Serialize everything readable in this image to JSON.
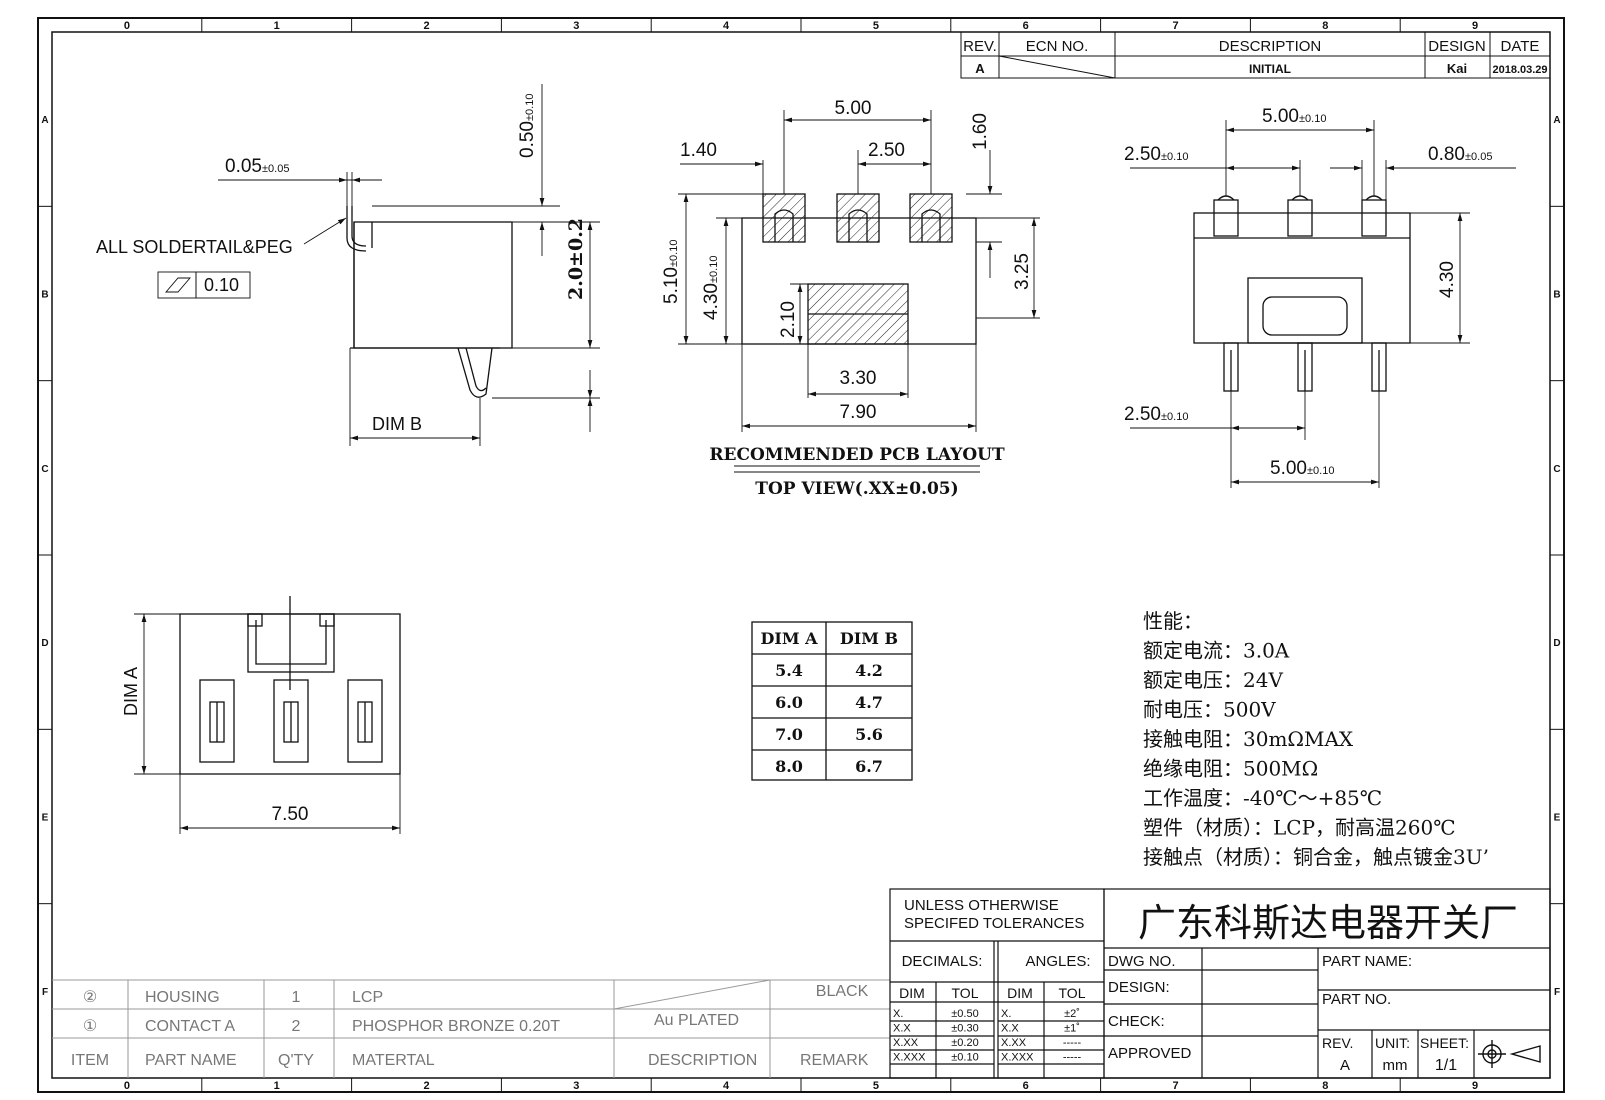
{
  "drawing": {
    "column_labels": [
      "0",
      "1",
      "2",
      "3",
      "4",
      "5",
      "6",
      "7",
      "8",
      "9"
    ],
    "row_labels": [
      "A",
      "B",
      "C",
      "D",
      "E",
      "F"
    ],
    "revision_block": {
      "headers": {
        "rev": "REV.",
        "ecn": "ECN NO.",
        "description": "DESCRIPTION",
        "design": "DESIGN",
        "date": "DATE"
      },
      "row": {
        "rev": "A",
        "ecn": "",
        "description": "INITIAL",
        "design": "Kai",
        "date": "2018.03.29"
      }
    },
    "side_view": {
      "dim_top_offset": "0.05",
      "dim_top_offset_tol": "±0.05",
      "dim_vertical_top": "0.50",
      "dim_vertical_top_tol": "±0.10",
      "dim_height": "2.0±0.2",
      "note": "ALL SOLDERTAIL&PEG",
      "flatness_value": "0.10",
      "dim_b_label": "DIM B"
    },
    "pcb_layout": {
      "dim_pitch_total": "5.00",
      "dim_left_edge": "1.40",
      "dim_pitch": "2.50",
      "dim_pad_height": "1.60",
      "dim_overall_height": "5.10",
      "dim_overall_height_tol": "±0.10",
      "dim_body_height": "4.30",
      "dim_body_height_tol": "±0.10",
      "dim_pad_to_pad": "3.25",
      "dim_center_pad_height": "2.10",
      "dim_center_pad_width": "3.30",
      "dim_overall_width": "7.90",
      "caption_1": "RECOMMENDED PCB LAYOUT",
      "caption_2": "TOP VIEW(.XX±0.05)"
    },
    "front_view": {
      "dim_top_span": "5.00",
      "dim_top_span_tol": "±0.10",
      "dim_left_pitch": "2.50",
      "dim_left_pitch_tol": "±0.10",
      "dim_pin_width": "0.80",
      "dim_pin_width_tol": "±0.05",
      "dim_height": "4.30",
      "dim_bottom_pitch": "2.50",
      "dim_bottom_pitch_tol": "±0.10",
      "dim_bottom_span": "5.00",
      "dim_bottom_span_tol": "±0.10"
    },
    "bottom_view": {
      "dim_a_label": "DIM A",
      "dim_width": "7.50"
    },
    "dim_table": {
      "headers": [
        "DIM A",
        "DIM B"
      ],
      "rows": [
        [
          "5.4",
          "4.2"
        ],
        [
          "6.0",
          "4.7"
        ],
        [
          "7.0",
          "5.6"
        ],
        [
          "8.0",
          "6.7"
        ]
      ]
    },
    "specs": [
      "性能：",
      "额定电流：3.0A",
      "额定电压：24V",
      "耐电压：500V",
      "接触电阻：30mΩMAX",
      "绝缘电阻：500MΩ",
      "工作温度：-40℃～+85℃",
      "塑件（材质）：LCP，耐高温260℃",
      "接触点（材质）：铜合金，触点镀金3U’"
    ],
    "bom": {
      "rows": [
        {
          "item": "②",
          "part_name": "HOUSING",
          "qty": "1",
          "material": "LCP",
          "description": "",
          "remark": "BLACK"
        },
        {
          "item": "①",
          "part_name": "CONTACT A",
          "qty": "2",
          "material": "PHOSPHOR BRONZE 0.20T",
          "description": "Au PLATED",
          "remark": ""
        }
      ],
      "headers": {
        "item": "ITEM",
        "part_name": "PART NAME",
        "qty": "Q'TY",
        "material": "MATERTAL",
        "description": "DESCRIPTION",
        "remark": "REMARK"
      }
    },
    "tolerances": {
      "heading_1": "UNLESS OTHERWISE",
      "heading_2": "SPECIFED TOLERANCES",
      "decimals_label": "DECIMALS:",
      "angles_label": "ANGLES:",
      "dim": "DIM",
      "tol": "TOL",
      "decimal_rows": [
        [
          "X.",
          "±0.50"
        ],
        [
          "X.X",
          "±0.30"
        ],
        [
          "X.XX",
          "±0.20"
        ],
        [
          "X.XXX",
          "±0.10"
        ]
      ],
      "angle_rows": [
        [
          "X.",
          "±2˚"
        ],
        [
          "X.X",
          "±1˚"
        ],
        [
          "X.XX",
          "-----"
        ],
        [
          "X.XXX",
          "-----"
        ]
      ]
    },
    "title_block": {
      "company": "广东科斯达电器开关厂",
      "dwg_no": "DWG NO.",
      "design": "DESIGN:",
      "check": "CHECK:",
      "approved": "APPROVED",
      "part_name": "PART NAME:",
      "part_no": "PART NO.",
      "rev_label": "REV.",
      "rev_value": "A",
      "unit_label": "UNIT:",
      "unit_value": "mm",
      "sheet_label": "SHEET:",
      "sheet_value": "1/1"
    }
  }
}
